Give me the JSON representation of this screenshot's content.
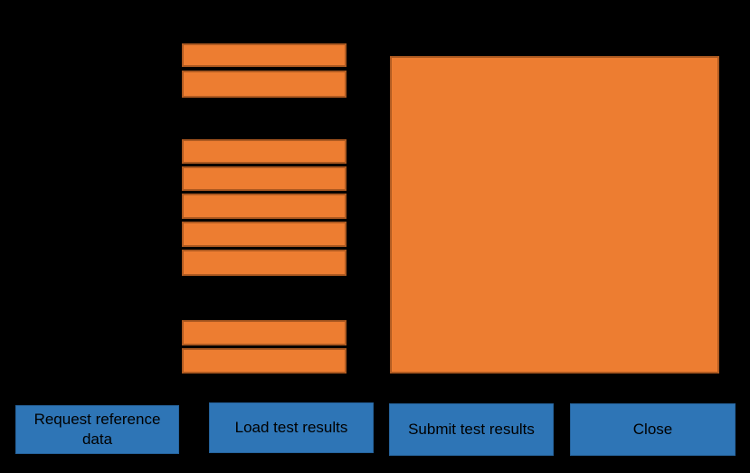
{
  "window": {
    "background_color": "#000000"
  },
  "palette": {
    "field_fill": "#ED7D31",
    "field_border": "#AE5A21",
    "button_fill": "#2E75B6",
    "button_border": "#26639C",
    "button_text": "#000000"
  },
  "form": {
    "field_groups": [
      {
        "id": "group-top",
        "field_count": 2
      },
      {
        "id": "group-middle",
        "field_count": 5
      },
      {
        "id": "group-bottom",
        "field_count": 2
      }
    ],
    "panel": {
      "id": "results-panel"
    }
  },
  "buttons": [
    {
      "label": "Request reference data"
    },
    {
      "label": "Load test results"
    },
    {
      "label": "Submit test results"
    },
    {
      "label": "Close"
    }
  ]
}
